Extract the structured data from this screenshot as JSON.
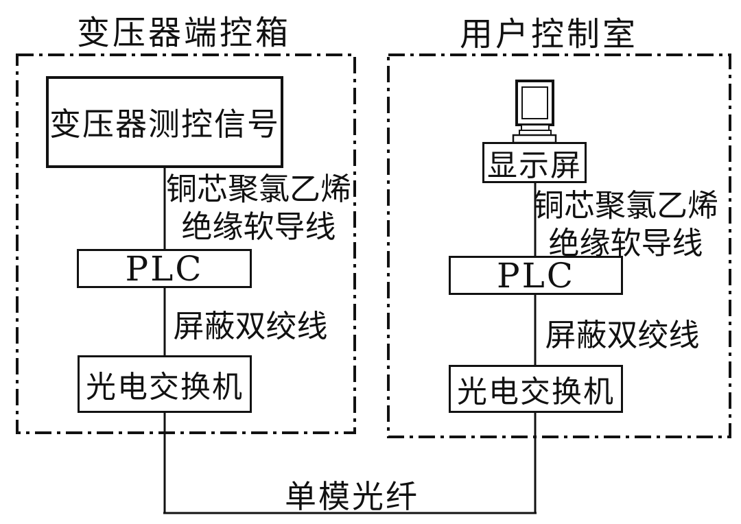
{
  "diagram": {
    "left_panel": {
      "title": "变压器端控箱",
      "signal_box_label": "变压器测控信号",
      "wire_label_line1": "铜芯聚氯乙烯",
      "wire_label_line2": "绝缘软导线",
      "plc_label": "PLC",
      "twisted_pair_label": "屏蔽双绞线",
      "switch_label": "光电交换机"
    },
    "right_panel": {
      "title": "用户控制室",
      "monitor_icon": "monitor-icon",
      "display_box_label": "显示屏",
      "wire_label_line1": "铜芯聚氯乙烯",
      "wire_label_line2": "绝缘软导线",
      "plc_label": "PLC",
      "twisted_pair_label": "屏蔽双绞线",
      "switch_label": "光电交换机"
    },
    "fiber_link_label": "单模光纤",
    "colors": {
      "line": "#111111",
      "background": "#ffffff"
    }
  }
}
